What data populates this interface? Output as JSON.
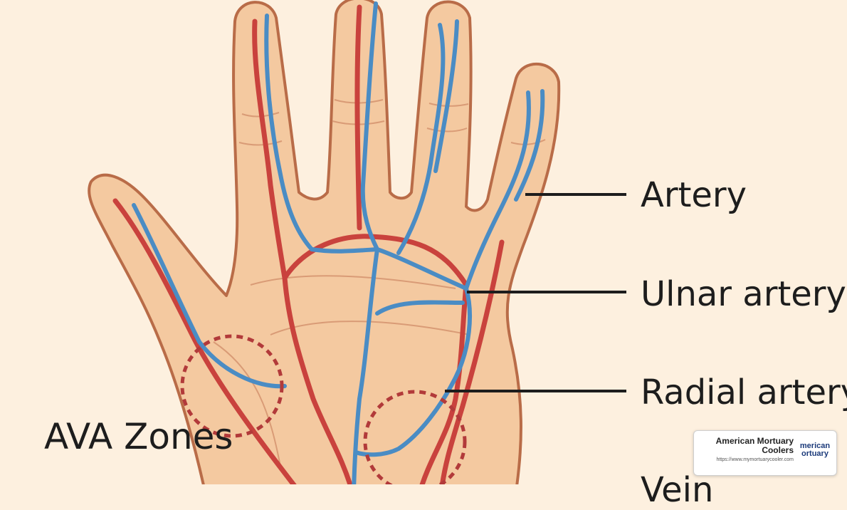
{
  "labels": {
    "artery": "Artery",
    "ulnar_artery": "Ulnar artery",
    "radial_artery": "Radial artery",
    "vein": "Vein",
    "ava_zones": "AVA Zones"
  },
  "watermark": {
    "title": "American Mortuary Coolers",
    "url": "https://www.mymortuarycooler.com",
    "logo_line1": "merican",
    "logo_line2": "ortuary"
  },
  "colors": {
    "background": "#fdf0df",
    "skin": "#f4c9a0",
    "skin_outline": "#b96c48",
    "artery": "#c9423d",
    "vein": "#4a8cc4",
    "ava_zone": "#b23a3a",
    "leader_line": "#1d1d1d"
  }
}
